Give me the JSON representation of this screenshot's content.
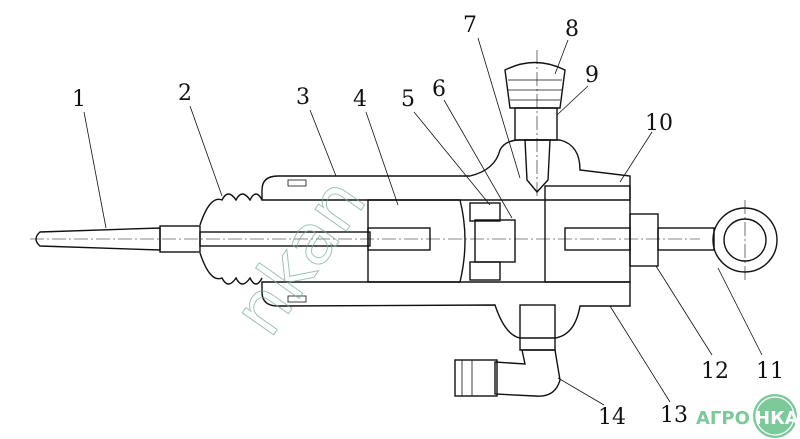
{
  "diagram": {
    "title": "Master cylinder cross-section",
    "callouts": [
      "1",
      "2",
      "3",
      "4",
      "5",
      "6",
      "7",
      "8",
      "9",
      "10",
      "11",
      "12",
      "13",
      "14"
    ]
  },
  "watermark": {
    "text": "nkan"
  },
  "logo": {
    "left": "АГРО",
    "right": "НКА",
    "color": "#7cc99a"
  }
}
